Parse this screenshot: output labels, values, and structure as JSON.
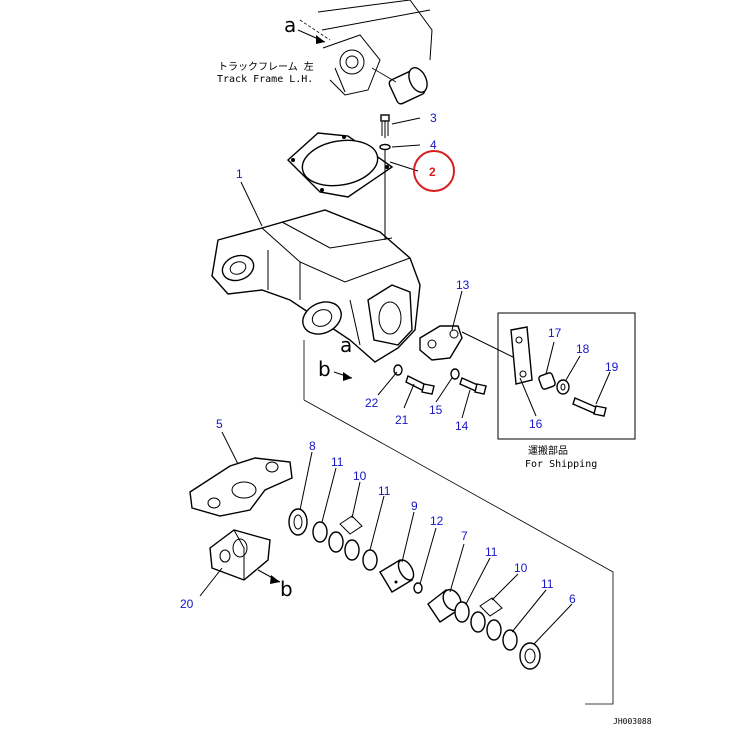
{
  "callouts": [
    {
      "label": "1"
    },
    {
      "label": "2",
      "highlighted": true
    },
    {
      "label": "3"
    },
    {
      "label": "4"
    },
    {
      "label": "5"
    },
    {
      "label": "6"
    },
    {
      "label": "7"
    },
    {
      "label": "8"
    },
    {
      "label": "9"
    },
    {
      "label": "10"
    },
    {
      "label": "10"
    },
    {
      "label": "11"
    },
    {
      "label": "11"
    },
    {
      "label": "11"
    },
    {
      "label": "11"
    },
    {
      "label": "12"
    },
    {
      "label": "13"
    },
    {
      "label": "14"
    },
    {
      "label": "15"
    },
    {
      "label": "16"
    },
    {
      "label": "17"
    },
    {
      "label": "18"
    },
    {
      "label": "19"
    },
    {
      "label": "20"
    },
    {
      "label": "21"
    },
    {
      "label": "22"
    }
  ],
  "reference_letters": {
    "a_top": "a",
    "a_mid": "a",
    "b_mid": "b",
    "b_bottom": "b"
  },
  "track_frame_note": {
    "japanese": "トラックフレーム 左",
    "english": "Track Frame L.H."
  },
  "shipping_note": {
    "japanese": "運搬部品",
    "english": "For Shipping"
  },
  "drawing_number": "JH003088",
  "colors": {
    "callout_number": "#1515c8",
    "highlight": "#d81e1e",
    "line": "#000000"
  }
}
